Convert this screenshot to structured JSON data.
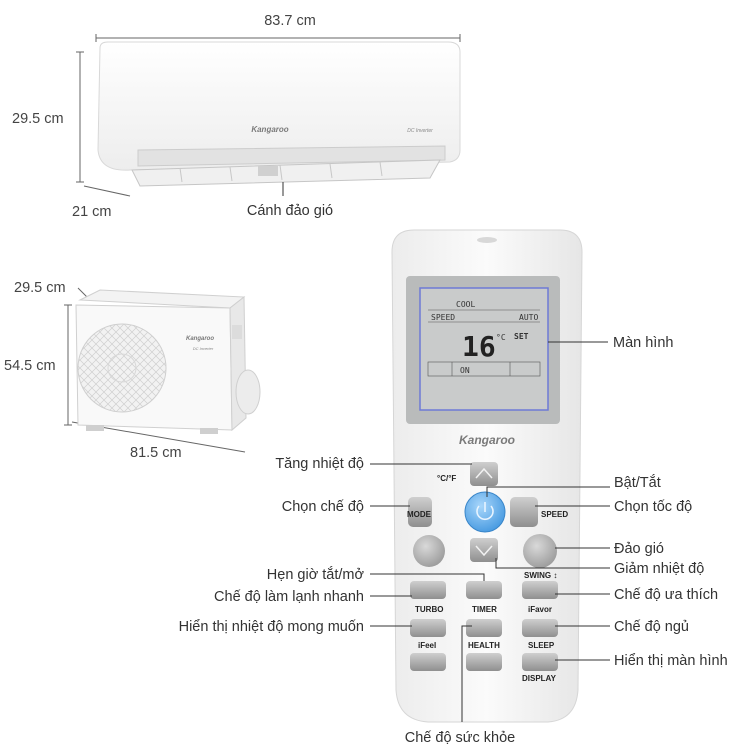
{
  "dimensions": {
    "indoor_width": "83.7 cm",
    "indoor_height": "29.5 cm",
    "indoor_depth": "21 cm",
    "outdoor_depth": "29.5 cm",
    "outdoor_height": "54.5 cm",
    "outdoor_width": "81.5 cm"
  },
  "brand": "Kangaroo",
  "indoor_badge": "DC Inverter",
  "outdoor_badge": "DC Inverter",
  "lcd": {
    "mode": "COOL",
    "speed": "SPEED",
    "auto": "AUTO",
    "temperature": "16",
    "unit": "°C",
    "set": "SET",
    "on": "ON"
  },
  "remote_buttons": {
    "cf": "°C/°F",
    "mode": "MODE",
    "speed": "SPEED",
    "swing": "SWING ↕",
    "turbo": "TURBO",
    "timer": "TIMER",
    "ifavor": "iFavor",
    "ifeel": "iFeel",
    "health": "HEALTH",
    "sleep": "SLEEP",
    "display": "DISPLAY"
  },
  "labels": {
    "louver": "Cánh đảo gió",
    "screen": "Màn hình",
    "temp_up": "Tăng nhiệt độ",
    "power": "Bật/Tắt",
    "mode_select": "Chọn chế độ",
    "fan_speed": "Chọn tốc độ",
    "swing": "Đảo gió",
    "temp_down": "Giảm nhiệt độ",
    "timer": "Hẹn giờ tắt/mở",
    "favorite": "Chế độ ưa thích",
    "turbo": "Chế độ làm lạnh nhanh",
    "sleep": "Chế độ ngủ",
    "ifeel": "Hiển thị nhiệt độ mong muốn",
    "display": "Hiển thị màn hình",
    "health": "Chế độ sức khỏe"
  },
  "colors": {
    "power_button": "#5aabea",
    "body_white": "#f7f7f7",
    "lcd_bg": "#c9cbcb"
  }
}
